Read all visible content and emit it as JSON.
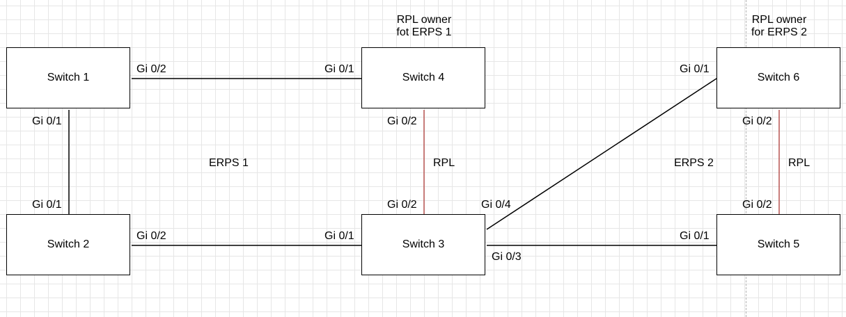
{
  "nodes": {
    "switch1": "Switch 1",
    "switch2": "Switch 2",
    "switch3": "Switch 3",
    "switch4": "Switch 4",
    "switch5": "Switch 5",
    "switch6": "Switch 6"
  },
  "ports": {
    "s1_gi02": "Gi 0/2",
    "s4_gi01": "Gi 0/1",
    "s1_gi01": "Gi 0/1",
    "s2_gi01": "Gi 0/1",
    "s2_gi02": "Gi 0/2",
    "s3_gi01": "Gi 0/1",
    "s4_gi02": "Gi 0/2",
    "s3_gi02": "Gi 0/2",
    "s3_gi04": "Gi 0/4",
    "s3_gi03": "Gi 0/3",
    "s6_gi01": "Gi 0/1",
    "s6_gi02": "Gi 0/2",
    "s5_gi02": "Gi 0/2",
    "s5_gi01": "Gi 0/1"
  },
  "annotations": {
    "rpl_owner_1_line1": "RPL owner",
    "rpl_owner_1_line2": "fot ERPS 1",
    "rpl_owner_2_line1": "RPL owner",
    "rpl_owner_2_line2": "for ERPS 2",
    "erps1": "ERPS 1",
    "erps2": "ERPS 2",
    "rpl_1": "RPL",
    "rpl_2": "RPL"
  },
  "colors": {
    "link": "#000000",
    "rpl_link": "#b85450",
    "grid": "#e6e6e6"
  }
}
